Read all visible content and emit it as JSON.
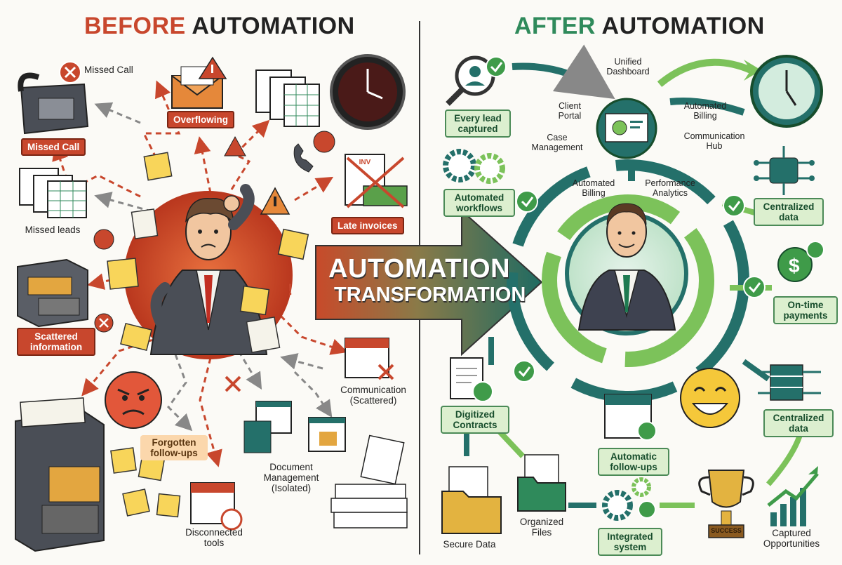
{
  "before": {
    "title_accent": "BEFORE",
    "title_rest": " AUTOMATION",
    "items": {
      "missed_call_top": "Missed Call",
      "missed_call_badge": "Missed Call",
      "overflowing": "Overflowing",
      "late_invoices": "Late invoices",
      "missed_leads": "Missed leads",
      "scattered_information": "Scattered information",
      "forgotten_followups": "Forgotten follow-ups",
      "communication": "Communication",
      "communication_sub": "(Scattered)",
      "document_management": "Document Management",
      "document_management_sub": "(Isolated)",
      "disconnected_tools": "Disconnected tools",
      "invoice_text": "INV"
    }
  },
  "center": {
    "line1": "AUTOMATION",
    "line2": "TRANSFORMATION"
  },
  "after": {
    "title_accent": "AFTER",
    "title_rest": " AUTOMATION",
    "hub": {
      "unified_dashboard": "Unified Dashboard",
      "client_portal": "Client Portal",
      "automated_billing_top": "Automated Billing",
      "case_management": "Case Management",
      "communication_hub": "Communication Hub",
      "automated_billing_low": "Automated Billing",
      "performance_analytics": "Performance Analytics"
    },
    "items": {
      "every_lead": "Every lead captured",
      "automated_workflows": "Automated workflows",
      "centralized_data_top": "Centralized data",
      "on_time_payments": "On-time payments",
      "centralized_data_low": "Centralized data",
      "digitized_contracts": "Digitized Contracts",
      "automatic_followups": "Automatic follow-ups",
      "secure_data": "Secure Data",
      "organized_files": "Organized Files",
      "integrated_system": "Integrated system",
      "captured_opportunities": "Captured Opportunities",
      "trophy_text": "SUCCESS"
    }
  },
  "colors": {
    "before_red": "#c8472d",
    "after_green": "#2f8a5b",
    "teal": "#24706a",
    "light_green": "#7cc25a"
  }
}
